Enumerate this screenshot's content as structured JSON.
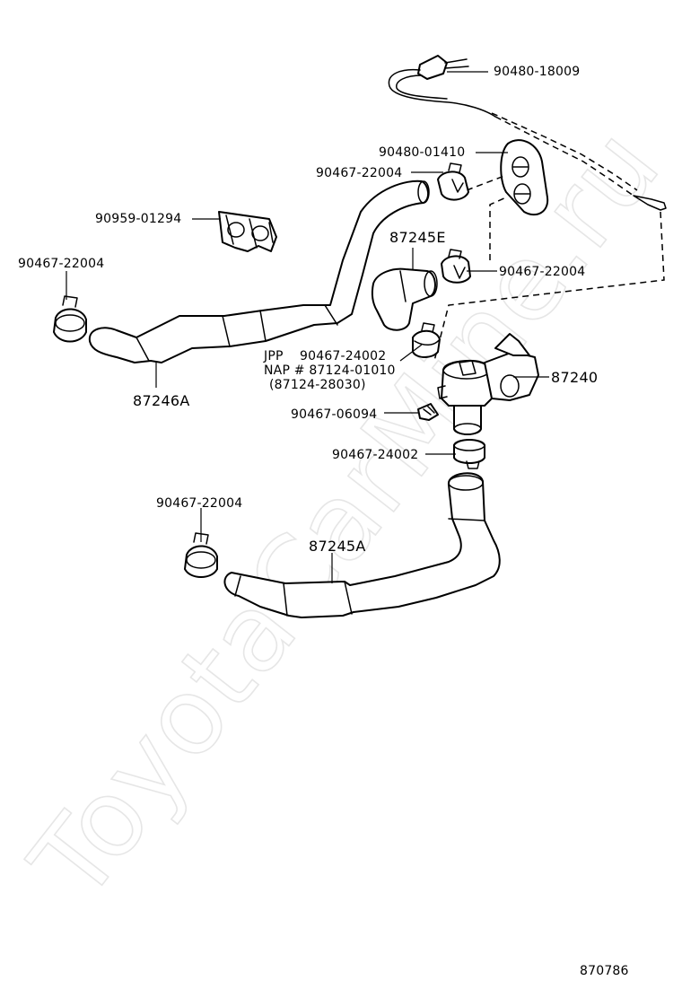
{
  "watermark": "ToyotaCarMine.ru",
  "diagram_number": "870786",
  "labels": {
    "cable": "90480-18009",
    "grommet": "90480-01410",
    "clamp_grommet": "90467-22004",
    "clip_upper": "90959-01294",
    "clamp_left": "90467-22004",
    "hose_elbow": "87245E",
    "clamp_right": "90467-22004",
    "valve_clamp_prefix": "JPP",
    "valve_clamp_part": "90467-24002",
    "valve_nap": "NAP # 87124-01010",
    "valve_alt": "(87124-28030)",
    "water_valve": "87240",
    "hose_upper": "87246A",
    "screw": "90467-06094",
    "clamp_lower_valve": "90467-24002",
    "clamp_lower_left": "90467-22004",
    "hose_lower": "87245A"
  }
}
